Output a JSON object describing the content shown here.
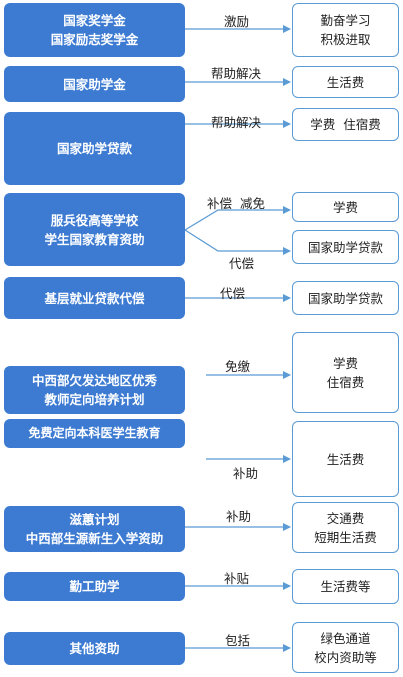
{
  "left_boxes": [
    {
      "lines": [
        "国家奖学金",
        "国家励志奖学金"
      ]
    },
    {
      "lines": [
        "国家助学金"
      ]
    },
    {
      "lines": [
        "国家助学贷款"
      ]
    },
    {
      "lines": [
        "服兵役高等学校",
        "学生国家教育资助"
      ]
    },
    {
      "lines": [
        "基层就业贷款代偿"
      ]
    },
    {
      "lines": [
        "中西部欠发达地区优秀",
        "教师定向培养计划"
      ]
    },
    {
      "lines": [
        "免费定向本科医学生教育"
      ]
    },
    {
      "lines": [
        "滋蕙计划",
        "中西部生源新生入学资助"
      ]
    },
    {
      "lines": [
        "勤工助学"
      ]
    },
    {
      "lines": [
        "其他资助"
      ]
    }
  ],
  "right_boxes": [
    {
      "lines": [
        "勤奋学习",
        "积极进取"
      ]
    },
    {
      "lines": [
        "生活费"
      ]
    },
    {
      "lines": [
        "学费  住宿费"
      ]
    },
    {
      "lines": [
        "学费"
      ]
    },
    {
      "lines": [
        "国家助学贷款"
      ]
    },
    {
      "lines": [
        "国家助学贷款"
      ]
    },
    {
      "lines": [
        "学费",
        "住宿费"
      ]
    },
    {
      "lines": [
        "生活费"
      ]
    },
    {
      "lines": [
        "交通费",
        "短期生活费"
      ]
    },
    {
      "lines": [
        "生活费等"
      ]
    },
    {
      "lines": [
        "绿色通道",
        "校内资助等"
      ]
    }
  ],
  "arrow_labels": [
    "激励",
    "帮助解决",
    "帮助解决",
    "补偿  减免",
    "代偿",
    "代偿",
    "免缴",
    "补助",
    "补助",
    "补贴",
    "包括"
  ],
  "colors": {
    "left_fill": "#3d7bd2",
    "right_border": "#5b9bd5",
    "arrow": "#5b9bd5"
  }
}
